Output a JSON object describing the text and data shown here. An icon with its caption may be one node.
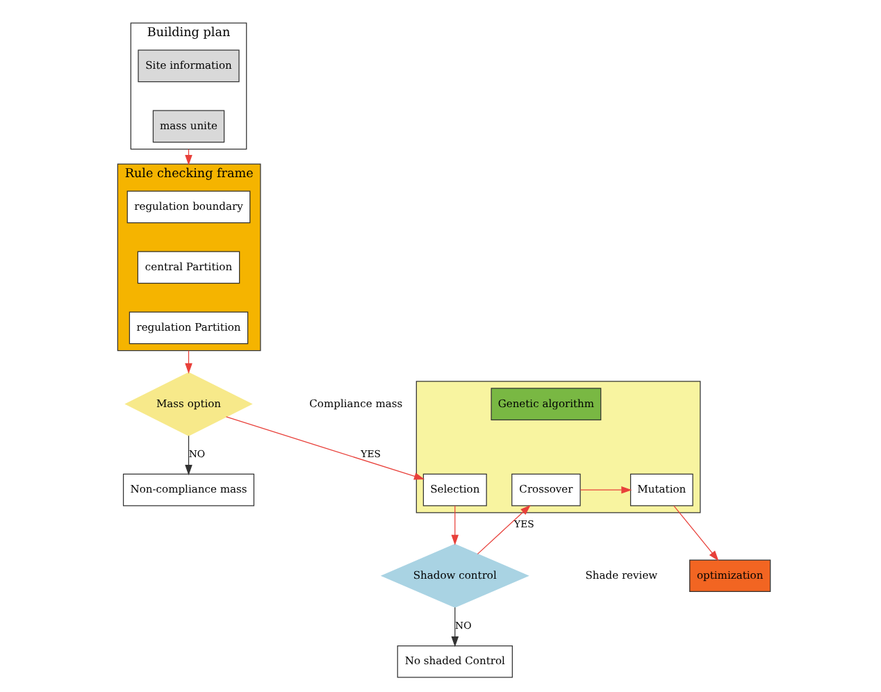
{
  "diagram": {
    "nodes": [
      {
        "text": [
          "Building plan"
        ]
      },
      {
        "text": [
          "Site information"
        ],
        "in": 0
      },
      {
        "text": [
          "mass unite"
        ],
        "in": 0
      },
      {
        "text": [
          "Rule checking frame"
        ]
      },
      {
        "text": [
          "regulation boundary"
        ],
        "in": 3
      },
      {
        "text": [
          "central Partition"
        ],
        "in": 3
      },
      {
        "text": [
          "regulation Partition"
        ],
        "in": 3
      },
      {
        "text": [
          "Mass option"
        ]
      },
      {
        "text": [
          "Non-compliance mass"
        ]
      },
      {
        "text": [],
        "shape": "box"
      },
      {
        "text": [
          "Genetic algorithm"
        ],
        "in": 9
      },
      {
        "text": [
          "Selection"
        ],
        "in": 9
      },
      {
        "text": [
          "Crossover"
        ],
        "in": 9
      },
      {
        "text": [
          "Mutation"
        ],
        "in": 9
      },
      {
        "text": [
          "optimization"
        ]
      },
      {
        "text": [
          "Shadow control"
        ]
      },
      {
        "text": [
          "No shaded Control"
        ]
      }
    ],
    "edges": [
      {
        "from": 0,
        "to": 3,
        "arrow": "to"
      },
      {
        "from": 3,
        "to": 7,
        "arrow": "to"
      },
      {
        "from": 7,
        "to": 8,
        "arrow": "to",
        "label": "NO",
        "color": "#333333"
      },
      {
        "from": 7,
        "to": 11,
        "arrow": "to",
        "label": "YES"
      },
      {
        "from": 11,
        "to": 15,
        "arrow": "to"
      },
      {
        "from": 12,
        "to": 13,
        "arrow": "to"
      },
      {
        "from": 13,
        "to": 14,
        "arrow": "to"
      },
      {
        "from": 15,
        "to": 12,
        "arrow": "to",
        "label": "YES"
      },
      {
        "from": 15,
        "to": 16,
        "arrow": "to",
        "label": "NO",
        "color": "#333333"
      }
    ],
    "labels": [
      "Compliance mass",
      "Shade review"
    ]
  }
}
